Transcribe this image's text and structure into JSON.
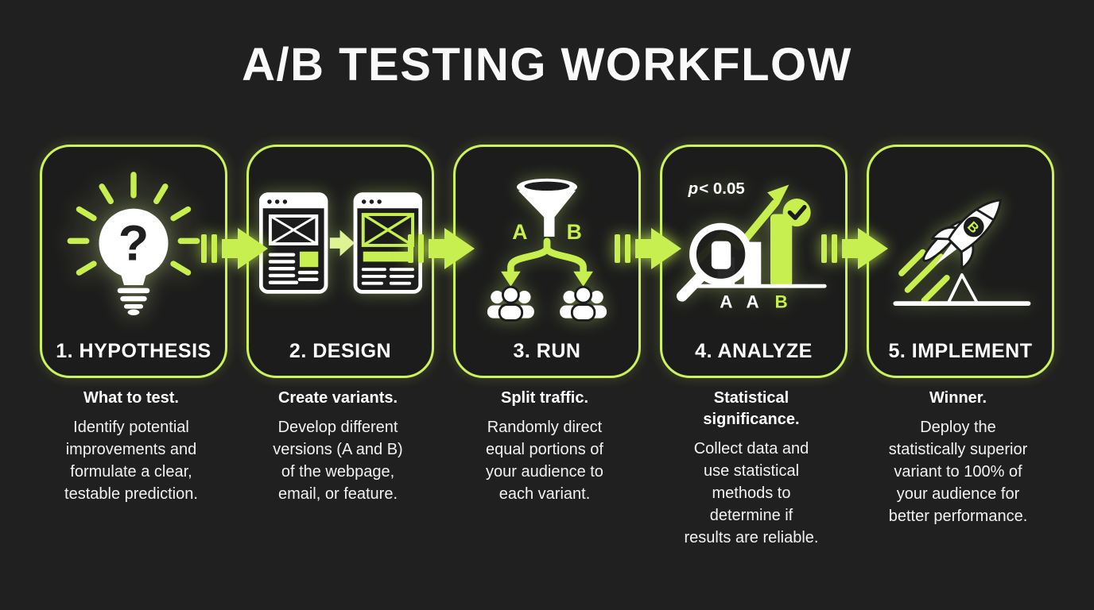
{
  "title": "A/B TESTING WORKFLOW",
  "colors": {
    "background": "#202020",
    "card_background": "#1c1c1c",
    "accent": "#c6ef4f",
    "text": "#ffffff"
  },
  "steps": [
    {
      "title": "1. HYPOTHESIS",
      "subtitle": "What to test.",
      "description": "Identify potential\nimprovements and\nformulate a clear,\ntestable prediction.",
      "icon": "lightbulb-question-icon",
      "labels": {
        "question": "?"
      }
    },
    {
      "title": "2. DESIGN",
      "subtitle": "Create variants.",
      "description": "Develop different\nversions (A and B)\nof the webpage,\nemail, or feature.",
      "icon": "wireframe-variants-icon"
    },
    {
      "title": "3. RUN",
      "subtitle": "Split traffic.",
      "description": "Randomly direct\nequal portions of\nyour audience to\neach variant.",
      "icon": "funnel-split-icon",
      "labels": {
        "variant_a": "A",
        "variant_b": "B"
      }
    },
    {
      "title": "4. ANALYZE",
      "subtitle": "Statistical\nsignificance.",
      "description": "Collect data and\nuse statistical\nmethods to\ndetermine if\nresults are reliable.",
      "icon": "chart-magnifier-icon",
      "labels": {
        "p_var": "p",
        "p_threshold": "< 0.05",
        "bar1": "A",
        "bar2": "A",
        "bar3": "B"
      }
    },
    {
      "title": "5. IMPLEMENT",
      "subtitle": "Winner.",
      "description": "Deploy the\nstatistically superior\nvariant to 100% of\nyour audience for\nbetter performance.",
      "icon": "rocket-icon",
      "labels": {
        "badge": "B"
      }
    }
  ]
}
